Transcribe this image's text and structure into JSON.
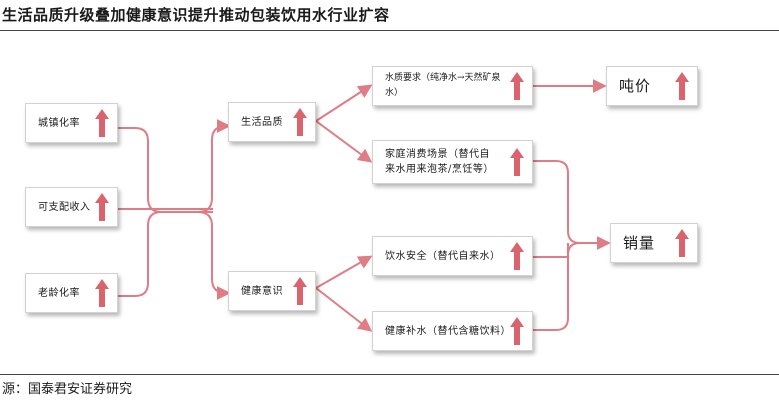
{
  "title": "生活品质升级叠加健康意识提升推动包装饮用水行业扩容",
  "source": "源：国泰君安证券研究",
  "colors": {
    "connector": "#e07c86",
    "arrow": "#d9646e",
    "border": "#d2d2d2"
  },
  "nodes": {
    "urbanization": {
      "label": "城镇化率",
      "icon": "up-arrow-icon"
    },
    "disposable_income": {
      "label": "可支配收入",
      "icon": "up-arrow-icon"
    },
    "aging": {
      "label": "老龄化率",
      "icon": "up-arrow-icon"
    },
    "life_quality": {
      "label": "生活品质",
      "icon": "up-arrow-icon"
    },
    "health_awareness": {
      "label": "健康意识",
      "icon": "up-arrow-icon"
    },
    "water_quality": {
      "label": "水质要求（纯净水→天然矿泉水）",
      "icon": "up-arrow-icon"
    },
    "household_scene": {
      "line1": "家庭消费场景（替代自",
      "line2": "来水用来泡茶/烹饪等）",
      "icon": "up-arrow-icon"
    },
    "drinking_safety": {
      "label": "饮水安全（替代自来水）",
      "icon": "up-arrow-icon"
    },
    "hydration": {
      "label": "健康补水（替代含糖饮料）",
      "icon": "up-arrow-icon"
    },
    "price_per_ton": {
      "label": "吨价",
      "icon": "up-arrow-icon"
    },
    "sales_volume": {
      "label": "销量",
      "icon": "up-arrow-icon"
    }
  }
}
